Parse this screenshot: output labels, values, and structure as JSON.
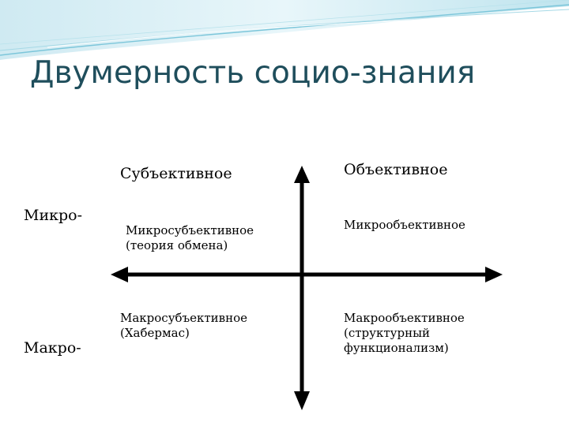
{
  "slide": {
    "title": "Двумерность социо-знания"
  },
  "columns": {
    "subjective": "Субъективное",
    "objective": "Объективное"
  },
  "rows": {
    "micro": "Микро-",
    "macro": "Макро-"
  },
  "cells": {
    "micro_subjective": "Микросубъективное\n(теория обмена)",
    "micro_objective": "Микрообъективное",
    "macro_subjective": "Макросубъективное\n(Хабермас)",
    "macro_objective": "Макрообъективное\n(структурный\nфункционализм)"
  },
  "colors": {
    "title": "#1f4e5c",
    "header_wave": "#8ecfe0",
    "axis": "#000000"
  }
}
